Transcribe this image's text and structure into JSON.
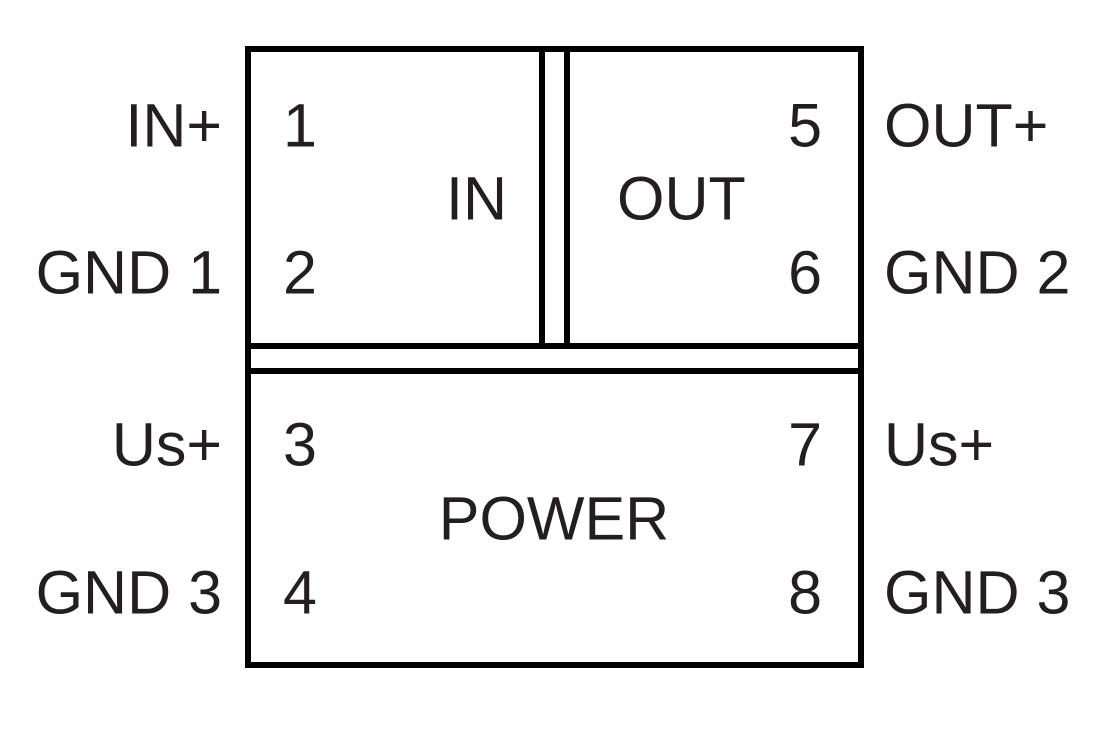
{
  "diagram": {
    "type": "terminal-connection-diagram",
    "colors": {
      "text": "#231f20",
      "line": "#000000",
      "background": "#ffffff"
    },
    "blocks": {
      "in": {
        "label": "IN"
      },
      "out": {
        "label": "OUT"
      },
      "power": {
        "label": "POWER"
      }
    },
    "left_pins": [
      {
        "number": "1",
        "label": "IN+"
      },
      {
        "number": "2",
        "label": "GND 1"
      },
      {
        "number": "3",
        "label": "Us+"
      },
      {
        "number": "4",
        "label": "GND 3"
      }
    ],
    "right_pins": [
      {
        "number": "5",
        "label": "OUT+"
      },
      {
        "number": "6",
        "label": "GND 2"
      },
      {
        "number": "7",
        "label": "Us+"
      },
      {
        "number": "8",
        "label": "GND 3"
      }
    ]
  }
}
